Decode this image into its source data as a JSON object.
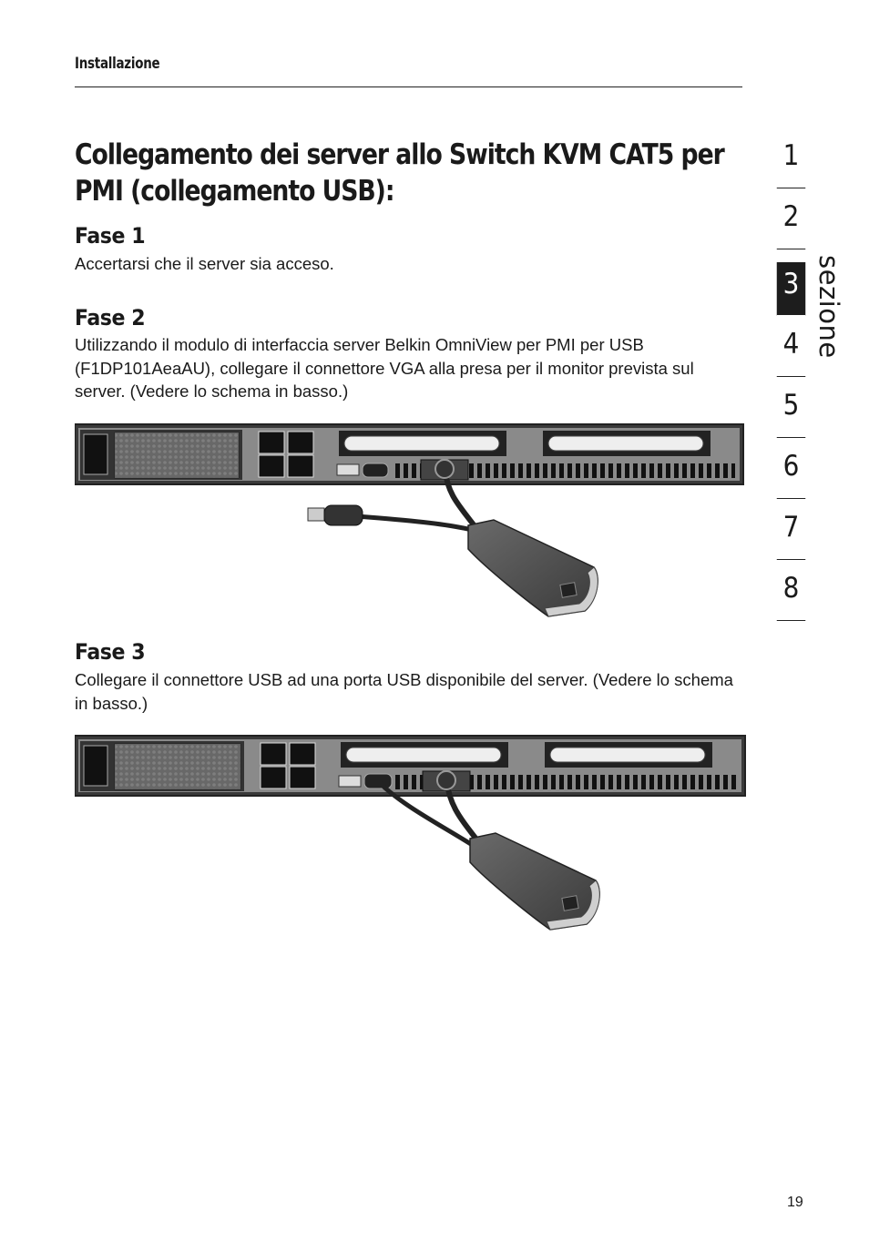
{
  "header": {
    "section_title": "Installazione"
  },
  "title": "Collegamento dei server allo Switch KVM CAT5 per PMI (collegamento USB):",
  "steps": [
    {
      "heading": "Fase 1",
      "text": "Accertarsi che il server sia acceso."
    },
    {
      "heading": "Fase 2",
      "text": "Utilizzando il modulo di interfaccia server Belkin OmniView per PMI per USB (F1DP101AeaAU), collegare il connettore VGA alla presa per il monitor prevista sul server. (Vedere lo schema in basso.)"
    },
    {
      "heading": "Fase 3",
      "text": "Collegare il connettore USB ad una porta USB disponibile del server. (Vedere lo schema in basso.)"
    }
  ],
  "section_nav": {
    "label": "sezione",
    "items": [
      "1",
      "2",
      "3",
      "4",
      "5",
      "6",
      "7",
      "8"
    ],
    "active": "3"
  },
  "figures": [
    {
      "name": "fase-2-diagram",
      "usb_plugged": false
    },
    {
      "name": "fase-3-diagram",
      "usb_plugged": true
    }
  ],
  "page_number": "19"
}
